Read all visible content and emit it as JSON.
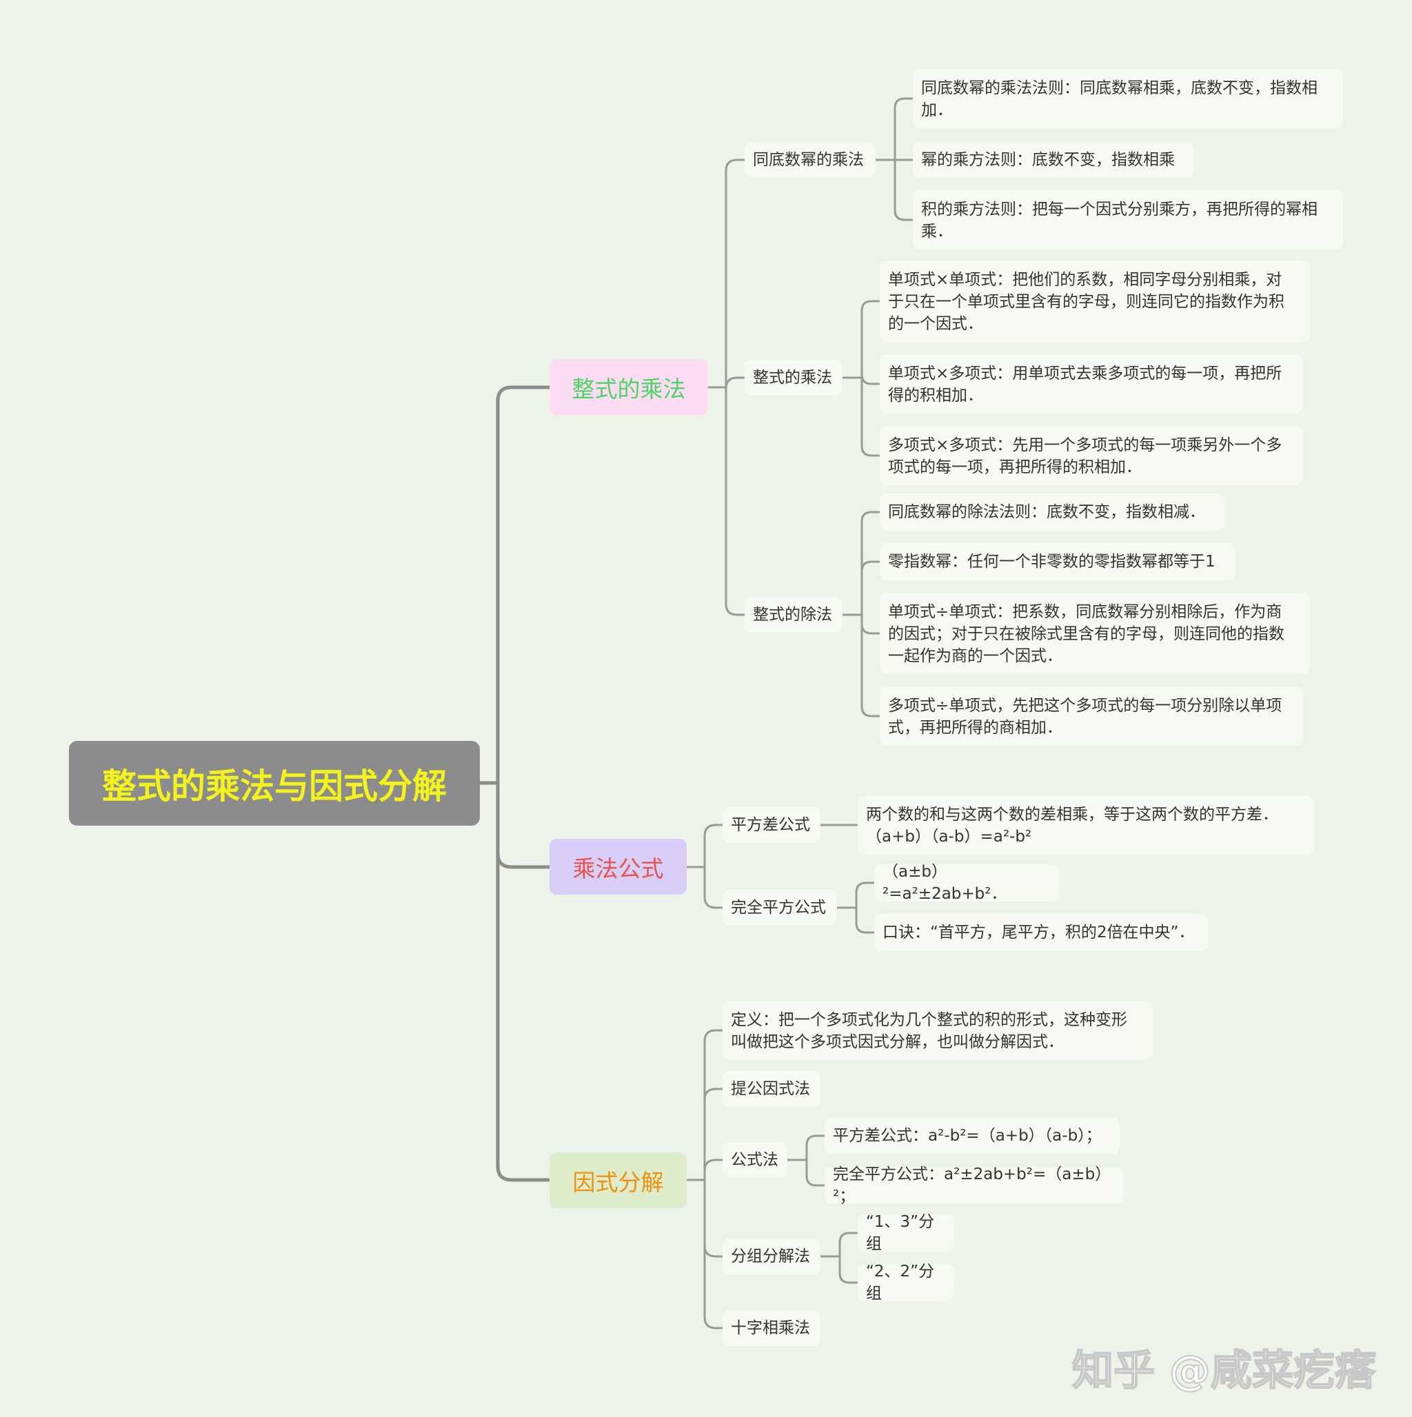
{
  "root": "整式的乘法与因式分解",
  "watermark": "知乎 @咸菜疙瘩",
  "colors": {
    "background": "#eef3e9",
    "root_bg": "#8c8c8c",
    "root_text": "#f2f21c",
    "line": "#8c8c8c"
  },
  "branches": [
    {
      "label": "整式的乘法",
      "bg": "#fbdcf3",
      "color": "#4cd464",
      "children": [
        {
          "label": "同底数幂的乘法",
          "children": [
            {
              "lines": [
                "同底数幂的乘法法则：同底数幂相乘，底数不变，指数相",
                "加．"
              ]
            },
            {
              "lines": [
                "幂的乘方法则：底数不变，指数相乘"
              ]
            },
            {
              "lines": [
                "积的乘方法则：把每一个因式分别乘方，再把所得的幂相",
                "乘．"
              ]
            }
          ]
        },
        {
          "label": "整式的乘法",
          "children": [
            {
              "lines": [
                "单项式×单项式：把他们的系数，相同字母分别相乘，对",
                "于只在一个单项式里含有的字母，则连同它的指数作为积",
                "的一个因式．"
              ]
            },
            {
              "lines": [
                "单项式×多项式：用单项式去乘多项式的每一项，再把所",
                "得的积相加．"
              ]
            },
            {
              "lines": [
                "多项式×多项式：先用一个多项式的每一项乘另外一个多",
                "项式的每一项，再把所得的积相加．"
              ]
            }
          ]
        },
        {
          "label": "整式的除法",
          "children": [
            {
              "lines": [
                "同底数幂的除法法则：底数不变，指数相减．"
              ]
            },
            {
              "lines": [
                "零指数幂：任何一个非零数的零指数幂都等于1"
              ]
            },
            {
              "lines": [
                "单项式÷单项式：把系数，同底数幂分别相除后，作为商",
                "的因式；对于只在被除式里含有的字母，则连同他的指数",
                "一起作为商的一个因式．"
              ]
            },
            {
              "lines": [
                "多项式÷单项式，先把这个多项式的每一项分别除以单项",
                "式，再把所得的商相加．"
              ]
            }
          ]
        }
      ]
    },
    {
      "label": "乘法公式",
      "bg": "#d8cef9",
      "color": "#e8544c",
      "children": [
        {
          "label": "平方差公式",
          "children": [
            {
              "lines": [
                "两个数的和与这两个数的差相乘，等于这两个数的平方差．",
                "（a+b）（a-b）=a²-b²"
              ]
            }
          ]
        },
        {
          "label": "完全平方公式",
          "children": [
            {
              "lines": [
                "（a±b）²=a²±2ab+b²．"
              ]
            },
            {
              "lines": [
                "口诀：“首平方，尾平方，积的2倍在中央”．"
              ]
            }
          ]
        }
      ]
    },
    {
      "label": "因式分解",
      "bg": "#ddeccb",
      "color": "#f0900c",
      "children": [
        {
          "lines": [
            "定义：把一个多项式化为几个整式的积的形式，这种变形",
            "叫做把这个多项式因式分解，也叫做分解因式．"
          ]
        },
        {
          "label": "提公因式法"
        },
        {
          "label": "公式法",
          "children": [
            {
              "lines": [
                "平方差公式：a²-b²=（a+b）（a-b）；"
              ]
            },
            {
              "lines": [
                "完全平方公式：a²±2ab+b²=（a±b）²；"
              ]
            }
          ]
        },
        {
          "label": "分组分解法",
          "children": [
            {
              "lines": [
                "“1、3”分组"
              ]
            },
            {
              "lines": [
                "“2、2”分组"
              ]
            }
          ]
        },
        {
          "label": "十字相乘法"
        }
      ]
    }
  ]
}
